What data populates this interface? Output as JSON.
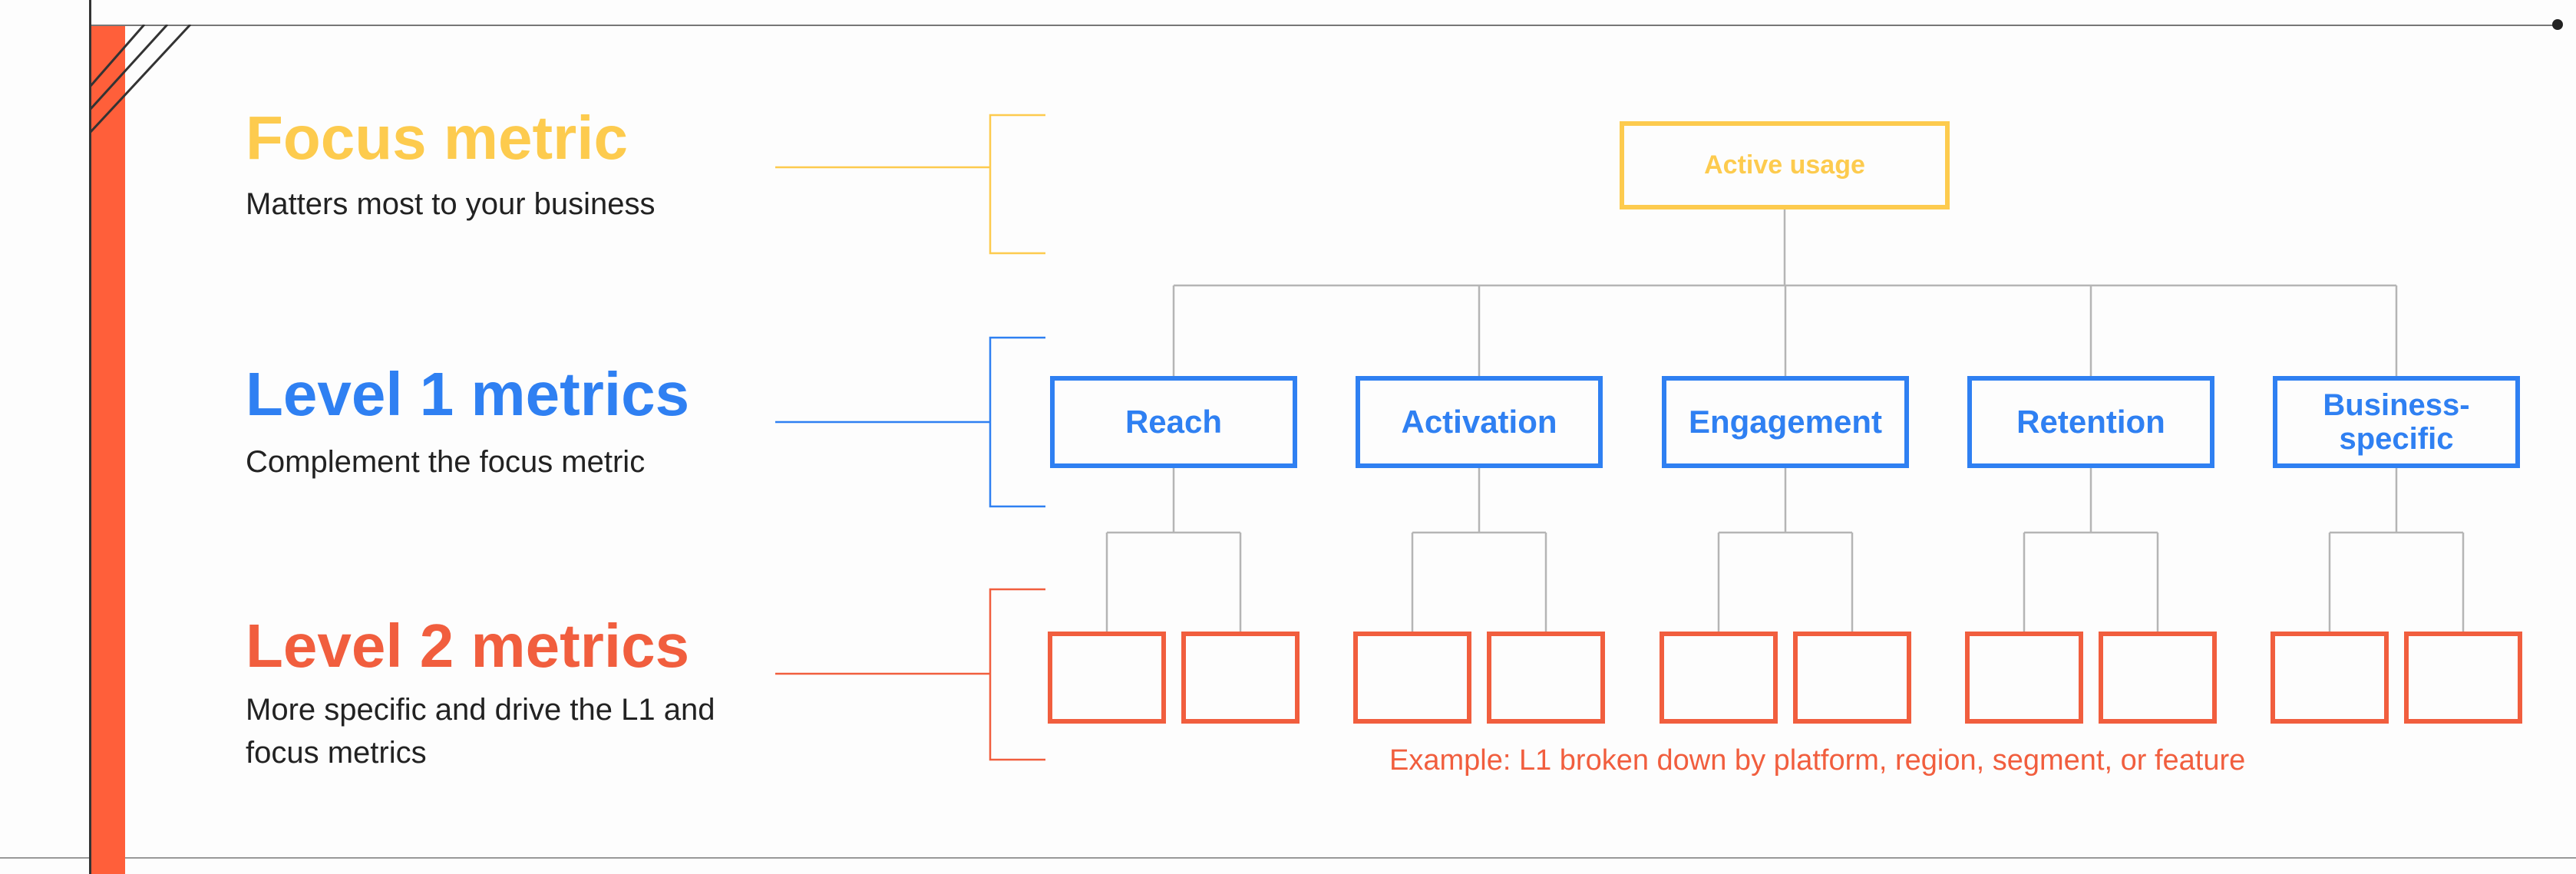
{
  "colors": {
    "focus": "#FDCB4E",
    "level1": "#2F80F2",
    "level2": "#F15E3E",
    "connector": "#B5B5B5",
    "accent_stripe": "#FF5F3A",
    "text": "#222222"
  },
  "tiers": {
    "focus": {
      "title": "Focus metric",
      "description": "Matters most to your business"
    },
    "level1": {
      "title": "Level 1 metrics",
      "description": "Complement the focus metric"
    },
    "level2": {
      "title": "Level 2 metrics",
      "description": "More specific and drive the L1 and focus metrics"
    }
  },
  "tree": {
    "root": "Active usage",
    "level1": [
      "Reach",
      "Activation",
      "Engagement",
      "Retention",
      "Business-\nspecific"
    ],
    "level2_per_l1": 2,
    "example_note": "Example: L1 broken down by platform, region, segment, or feature"
  }
}
